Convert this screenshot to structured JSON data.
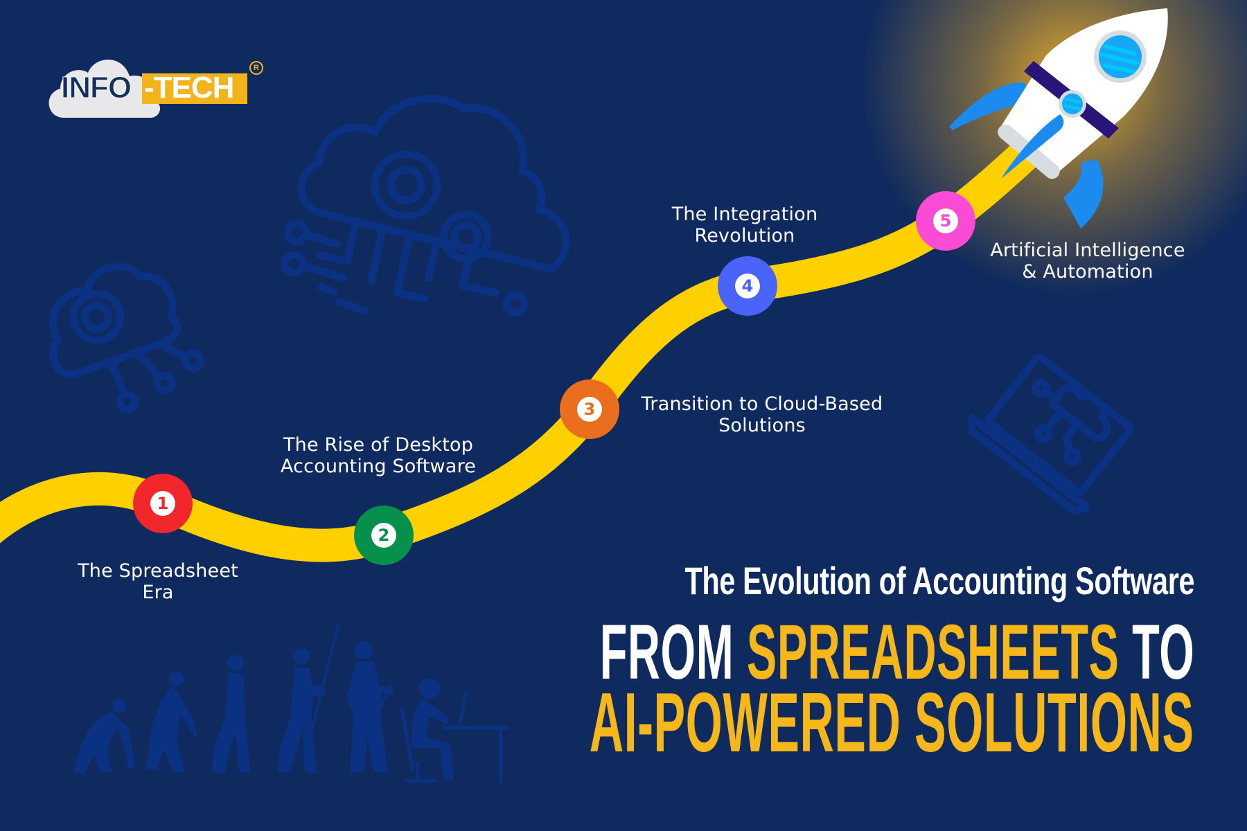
{
  "brand": {
    "logo_part1": "INFO",
    "logo_part2": "-TECH",
    "registered_mark": "R",
    "colors": {
      "background": "#0F2A5E",
      "accent_yellow": "#F5B71A",
      "path_yellow": "#FFD000",
      "decor_blue": "#0B3282",
      "white": "#FFFFFF"
    }
  },
  "timeline": {
    "steps": [
      {
        "number": "1",
        "line1": "The Spreadsheet",
        "line2": "Era",
        "color": "#F2272C"
      },
      {
        "number": "2",
        "line1": "The Rise of Desktop",
        "line2": "Accounting Software",
        "color": "#07904C"
      },
      {
        "number": "3",
        "line1": "Transition to Cloud-Based",
        "line2": "Solutions",
        "color": "#EA6E1E"
      },
      {
        "number": "4",
        "line1": "The Integration",
        "line2": "Revolution",
        "color": "#4A63F8"
      },
      {
        "number": "5",
        "line1": "Artificial Intelligence",
        "line2": "& Automation",
        "color": "#F94BD4"
      }
    ]
  },
  "headline": {
    "line1": "The Evolution of Accounting Software",
    "line2_a": "FROM ",
    "line2_b": "SPREADSHEETS",
    "line2_c": " TO",
    "line3": "AI-POWERED SOLUTIONS"
  },
  "decorations": {
    "icons": [
      "cloud-gears-circuit-icon",
      "cloud-gear-circuit-icon",
      "laptop-cloud-circuit-icon",
      "human-evolution-silhouettes",
      "rocket-icon"
    ]
  }
}
